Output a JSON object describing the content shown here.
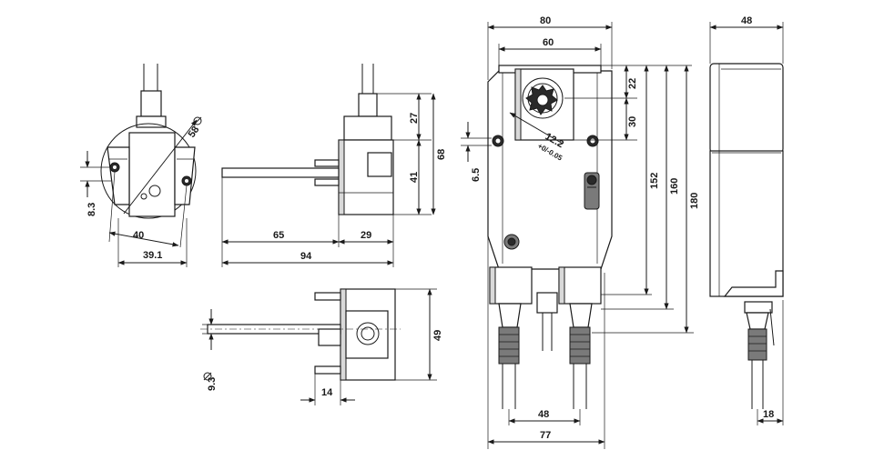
{
  "dimensions": {
    "front_width": "80",
    "front_inner_width": "60",
    "shaft_offset_top": "22",
    "shaft_square": "30",
    "shaft_size": "12.2",
    "shaft_tolerance": "+0/-0.05",
    "hole_offset": "6.5",
    "height_152": "152",
    "height_160": "160",
    "height_180": "180",
    "bottom_48": "48",
    "bottom_77": "77",
    "side_width": "48",
    "side_bottom": "18",
    "clamp_diameter": "58",
    "clamp_8_3": "8.3",
    "clamp_40": "40",
    "clamp_39_1": "39.1",
    "adapter_27": "27",
    "adapter_41": "41",
    "adapter_68": "68",
    "adapter_65": "65",
    "adapter_29": "29",
    "adapter_94": "94",
    "bottom_49": "49",
    "bottom_diam_9_3": "9.3",
    "bottom_14": "14"
  }
}
